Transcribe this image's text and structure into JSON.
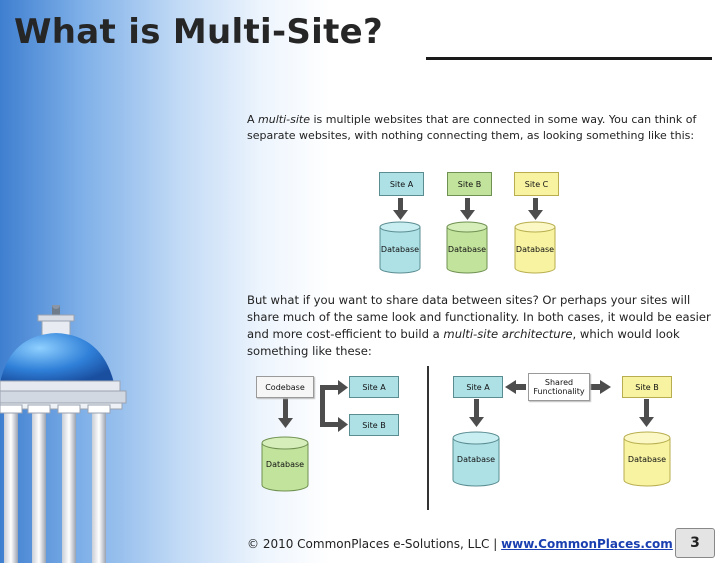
{
  "slide": {
    "title": "What is Multi-Site?",
    "p1_a": "A ",
    "p1_em": "multi-site",
    "p1_b": " is multiple websites that are connected in some way. You can think of separate websites, with nothing connecting them, as looking something like this:",
    "p2_a": "But what if you want to share data between sites? Or perhaps your sites will share much of the same look and functionality. In both cases, it would be easier and more cost-efficient to build a ",
    "p2_em": "multi-site architecture",
    "p2_b": ", which would look something like these:"
  },
  "diagram1": {
    "site_a": "Site A",
    "site_b": "Site B",
    "site_c": "Site C",
    "db_a": "Database",
    "db_b": "Database",
    "db_c": "Database"
  },
  "diagram2": {
    "codebase": "Codebase",
    "site_a": "Site A",
    "site_b": "Site B",
    "database": "Database"
  },
  "diagram3": {
    "site_a": "Site A",
    "shared_1": "Shared",
    "shared_2": "Functionality",
    "site_b": "Site B",
    "db_a": "Database",
    "db_b": "Database"
  },
  "footer": {
    "copyright": "© 2010 CommonPlaces e-Solutions, LLC  |  ",
    "link": "www.CommonPlaces.com",
    "page": "3"
  },
  "colors": {
    "site_blue": "#aee1e6",
    "db_green": "#c2e39c",
    "db_yellow": "#f7f3a1",
    "link": "#1a3fb0"
  }
}
